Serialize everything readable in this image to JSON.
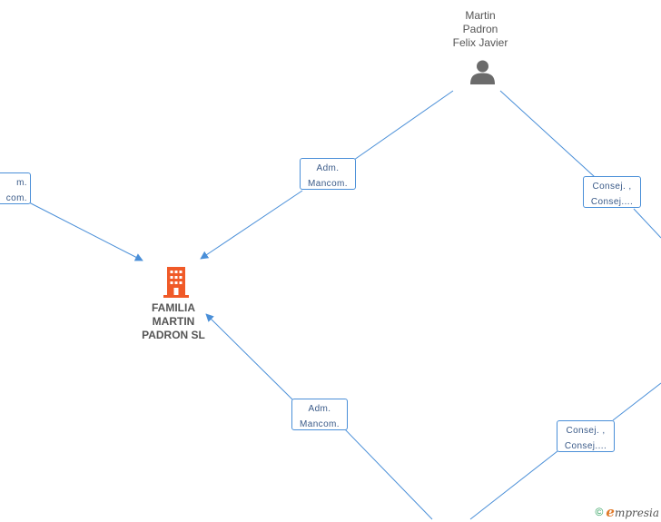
{
  "nodes": {
    "person": {
      "name_lines": [
        "Martin",
        "Padron",
        "Felix Javier"
      ],
      "icon": "person-icon",
      "icon_color": "#6b6b6b"
    },
    "company": {
      "name_lines": [
        "FAMILIA",
        "MARTIN",
        "PADRON SL"
      ],
      "icon": "building-icon",
      "icon_color": "#f05a28"
    }
  },
  "roles": [
    {
      "lines": [
        "m.",
        "com."
      ]
    },
    {
      "lines": [
        "Adm.",
        "Mancom."
      ]
    },
    {
      "lines": [
        "Consej. ,",
        "Consej...."
      ]
    },
    {
      "lines": [
        "Adm.",
        "Mancom."
      ]
    },
    {
      "lines": [
        "Consej. ,",
        "Consej...."
      ]
    }
  ],
  "edge_color": "#4a8fd8",
  "footer": {
    "copyright_symbol": "©",
    "brand_initial": "e",
    "brand_rest": "mpresia"
  }
}
